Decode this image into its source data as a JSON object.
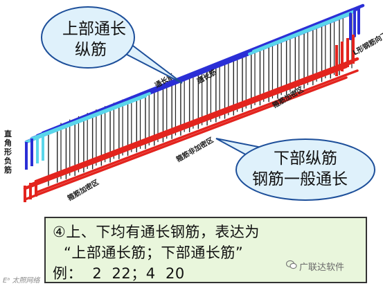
{
  "callouts": {
    "top": {
      "line1": "上部通长",
      "line2": "纵筋"
    },
    "bottom": {
      "line1": "下部纵筋",
      "line2": "钢筋一般通长"
    }
  },
  "labels": {
    "side": [
      "直",
      "角",
      "形",
      "负",
      "筋"
    ],
    "top_through_1": "通长筋",
    "top_through_2": "通长筋",
    "stirrup_dense_right": "箍筋加密区",
    "stirrup_nondense": "箍筋非加密区",
    "stirrup_dense_left": "箍筋加密区",
    "anchor_right": "L形钢筋向下"
  },
  "note": {
    "line1": "④上、下均有通长钢筋，表达为",
    "line2": "“上部通长筋；下部通长筋”",
    "line3": "例：  2  22；4  20"
  },
  "watermark": {
    "brand": "广联达软件",
    "left": "Eᵃ 太照网络"
  },
  "colors": {
    "top_bar": "#2b2fd6",
    "top_bar_light": "#5ad6ea",
    "bottom_bar": "#e3241e",
    "stirrup": "#222222",
    "bubble_fill": "#dff1fb",
    "bubble_stroke": "#1d4f9a",
    "note_fill": "#e9f6dc"
  }
}
